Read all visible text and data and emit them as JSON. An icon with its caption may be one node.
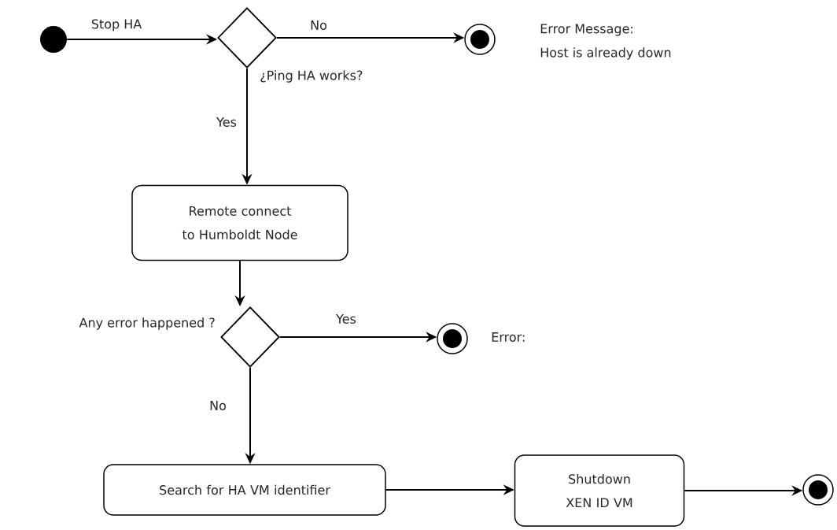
{
  "diagram": {
    "nodes": [
      {
        "text": [],
        "shape": "circle"
      },
      {
        "text": [],
        "shape": "diamond",
        "beside": [
          "¿Ping HA works?"
        ]
      },
      {
        "text": [],
        "shape": "bullseye",
        "beside": [
          "Error Message:",
          "Host is already down"
        ]
      },
      {
        "text": [
          "Remote connect to Humboldt Node"
        ]
      },
      {
        "text": [],
        "shape": "diamond",
        "beside": [
          "Any error happened ?"
        ]
      },
      {
        "text": [],
        "shape": "bullseye",
        "beside": [
          "Error:"
        ]
      },
      {
        "text": [
          "Search for HA VM identifier"
        ]
      },
      {
        "text": [
          "Shutdown XEN ID VM"
        ]
      },
      {
        "text": [],
        "shape": "bullseye"
      }
    ],
    "edges": [
      {
        "from": 0,
        "to": 1,
        "arrow": "to",
        "label": "Stop HA"
      },
      {
        "from": 1,
        "to": 2,
        "arrow": "to",
        "label": "No"
      },
      {
        "from": 1,
        "to": 3,
        "arrow": "to",
        "label": "Yes"
      },
      {
        "from": 3,
        "to": 4,
        "arrow": "to"
      },
      {
        "from": 4,
        "to": 5,
        "arrow": "to",
        "label": "Yes"
      },
      {
        "from": 4,
        "to": 6,
        "arrow": "to",
        "label": "No"
      },
      {
        "from": 6,
        "to": 7,
        "arrow": "to"
      },
      {
        "from": 7,
        "to": 8,
        "arrow": "to"
      }
    ]
  }
}
